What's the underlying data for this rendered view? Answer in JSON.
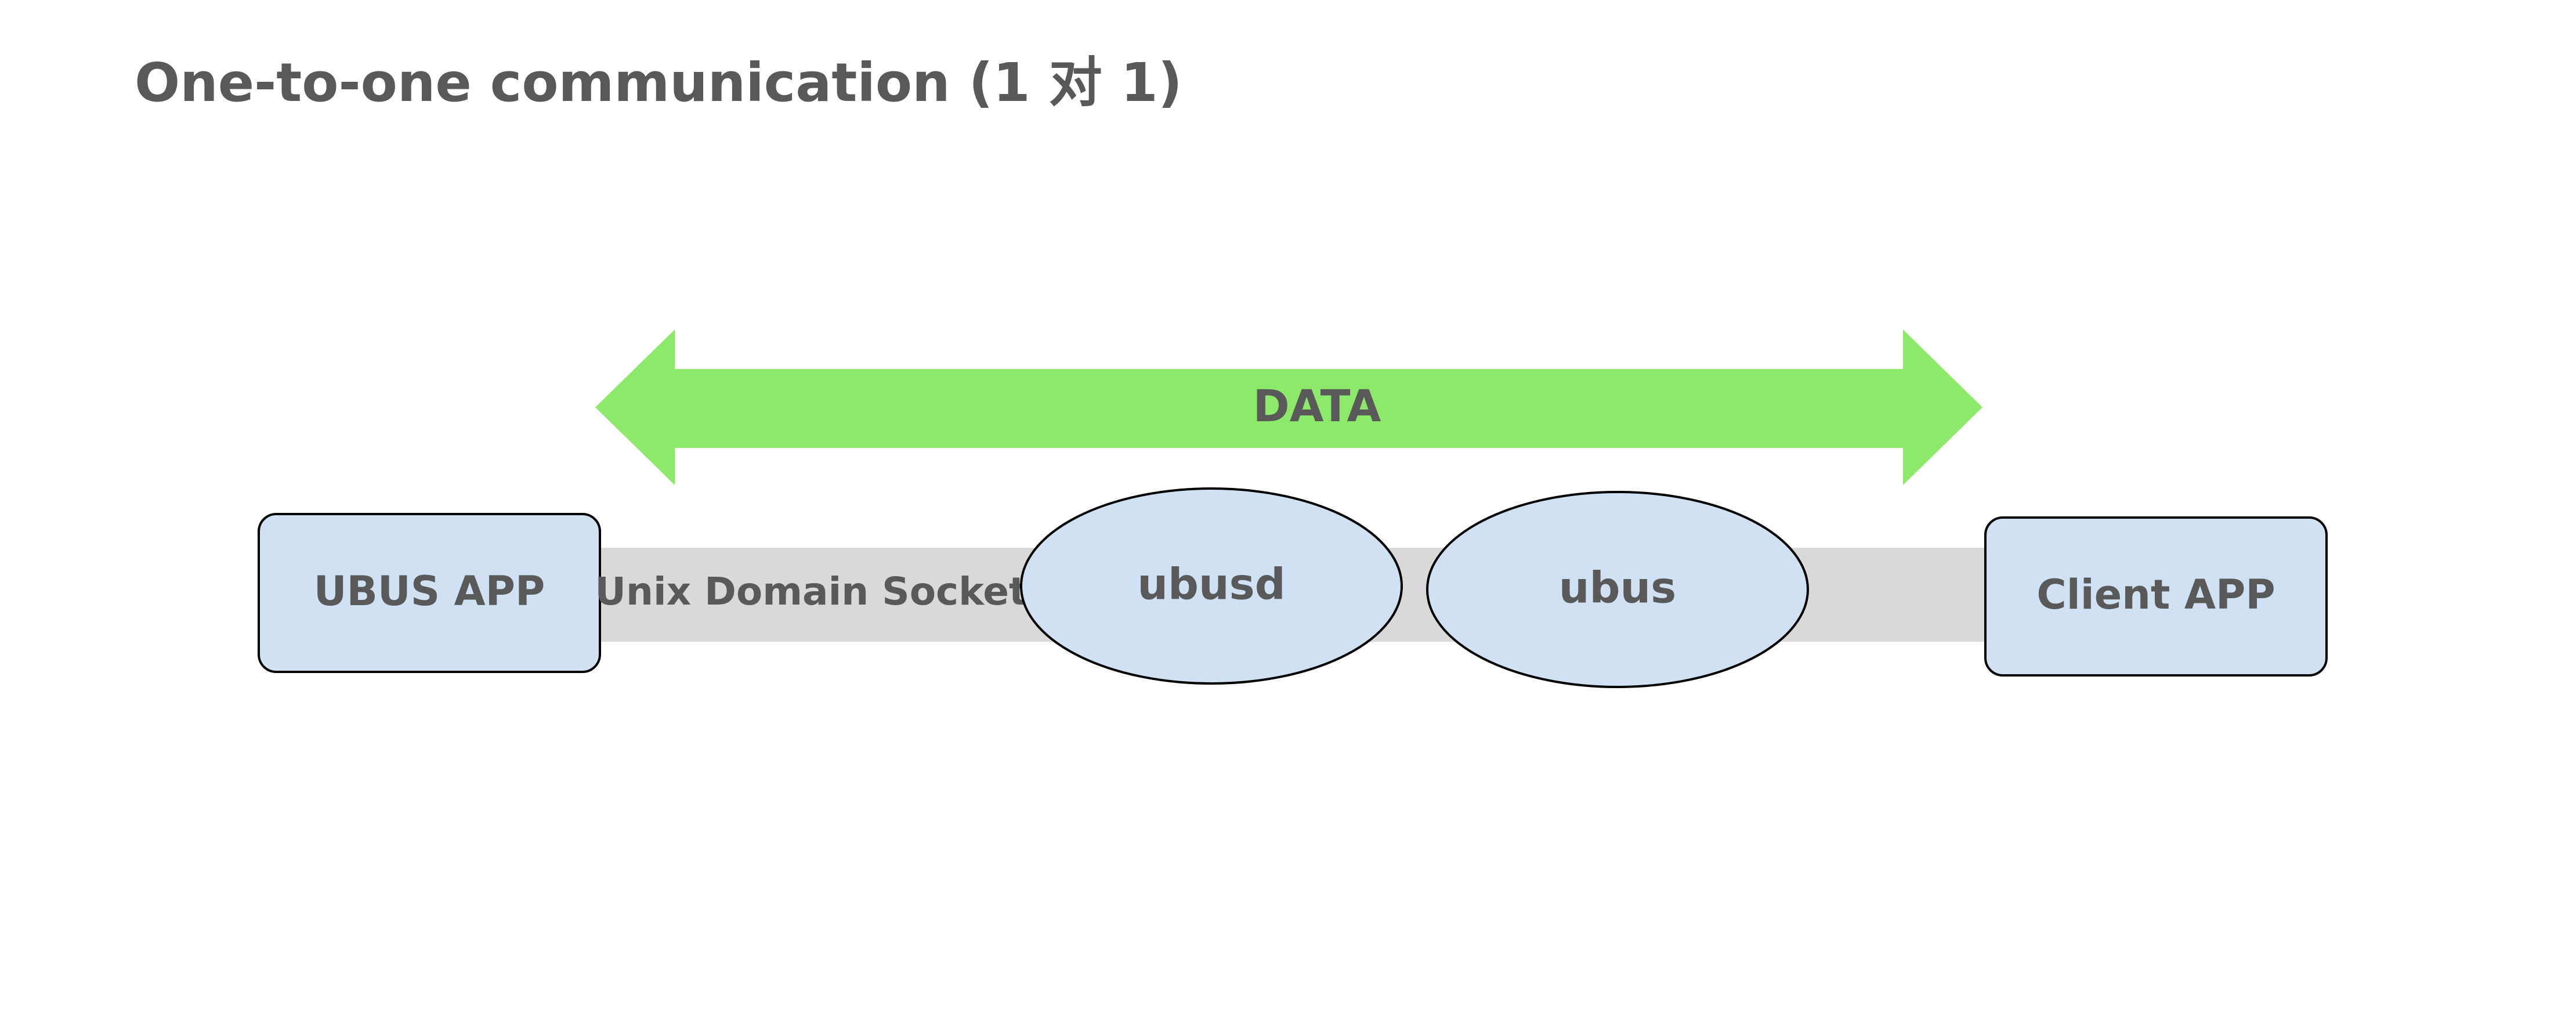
{
  "title": "One-to-one communication (1 对 1)",
  "diagram": {
    "arrow": {
      "label": "DATA",
      "color": "#8ce96a"
    },
    "channel": {
      "label": "Unix Domain Socket",
      "color": "#d9d9d9"
    },
    "nodes": {
      "ubus_app": "UBUS APP",
      "ubusd": "ubusd",
      "ubus": "ubus",
      "client_app": "Client APP"
    },
    "node_fill": "#cfe1f3",
    "stroke": "#000000",
    "text_color": "#595959"
  }
}
